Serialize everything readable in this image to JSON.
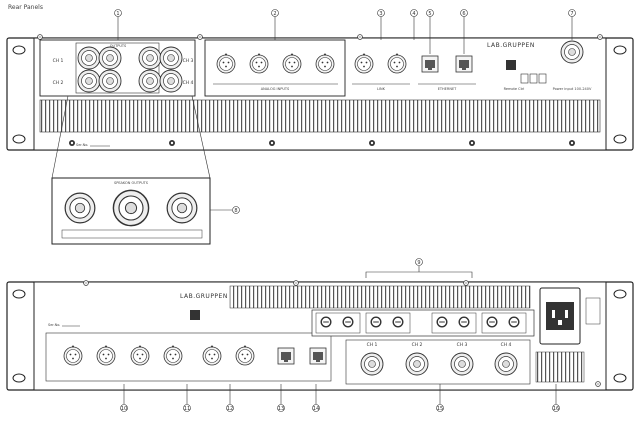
{
  "header": {
    "title": "Rear Panels"
  },
  "top_panel": {
    "brand": "LAB.GRUPPEN",
    "ch_left_a": "CH 1",
    "ch_left_b": "CH 2",
    "ch_right_a": "CH 3",
    "ch_right_b": "CH 4",
    "serial_label": "Ser.No.",
    "remote_label": "Remote Ctrl",
    "power_label": "Power input 100-240V",
    "group_outputs": "OUTPUTS",
    "group_inputs": "ANALOG INPUTS",
    "group_link": "LINK",
    "group_ethernet": "ETHERNET",
    "callouts": [
      "1",
      "2",
      "3",
      "4",
      "5",
      "6",
      "7"
    ]
  },
  "detail": {
    "title": "SPEAKON OUTPUTS",
    "callout": "8"
  },
  "bottom_panel": {
    "brand": "LAB.GRUPPEN",
    "serial_label": "Ser.No.",
    "channels": [
      "CH 1",
      "CH 2",
      "CH 3",
      "CH 4"
    ],
    "callouts": [
      "9",
      "10",
      "11",
      "12",
      "13",
      "14",
      "15",
      "16"
    ]
  }
}
